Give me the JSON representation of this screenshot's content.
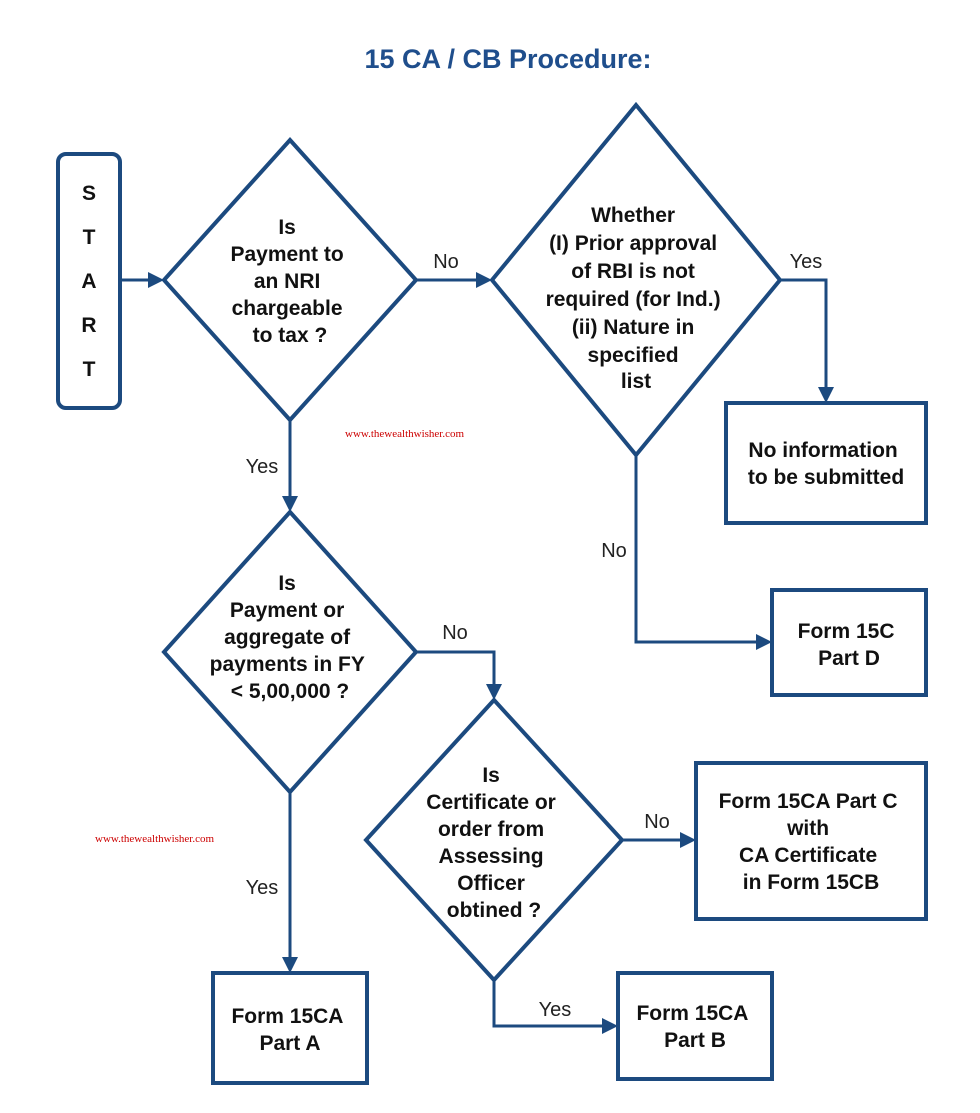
{
  "title": "15 CA / CB Procedure:",
  "start": {
    "letters": [
      "S",
      "T",
      "A",
      "R",
      "T"
    ]
  },
  "decisions": {
    "nri": {
      "lines": [
        "Is",
        "Payment to",
        "an NRI",
        "chargeable",
        "to tax ?"
      ]
    },
    "rbi": {
      "lines": [
        "Whether",
        "(I) Prior approval",
        "of RBI is not",
        "required (for Ind.)",
        "(ii) Nature in",
        "specified",
        "list"
      ]
    },
    "aggregate": {
      "lines": [
        "Is",
        "Payment or",
        "aggregate of",
        "payments in FY",
        "<  5,00,000 ?"
      ]
    },
    "certificate": {
      "lines": [
        "Is",
        "Certificate or",
        "order from",
        "Assessing",
        "Officer",
        "obtined ?"
      ]
    }
  },
  "boxes": {
    "no_info": {
      "lines": [
        "No information",
        "to be submitted"
      ]
    },
    "form_15c_part_d": {
      "lines": [
        "Form 15C",
        "Part D"
      ]
    },
    "form_15ca_part_c": {
      "lines": [
        "Form 15CA Part C",
        "with",
        "CA Certificate",
        "in Form 15CB"
      ]
    },
    "form_15ca_part_a": {
      "lines": [
        "Form 15CA",
        "Part A"
      ]
    },
    "form_15ca_part_b": {
      "lines": [
        "Form 15CA",
        "Part B"
      ]
    }
  },
  "edge_labels": {
    "nri_no": "No",
    "rbi_yes": "Yes",
    "nri_yes": "Yes",
    "rbi_no": "No",
    "aggregate_no": "No",
    "certificate_no": "No",
    "aggregate_yes": "Yes",
    "certificate_yes": "Yes"
  },
  "watermarks": [
    "www.thewealthwisher.com",
    "www.thewealthwisher.com"
  ],
  "colors": {
    "title": "#1f4e8c",
    "shape_stroke": "#1c4a7f",
    "watermark": "#cc0000"
  }
}
